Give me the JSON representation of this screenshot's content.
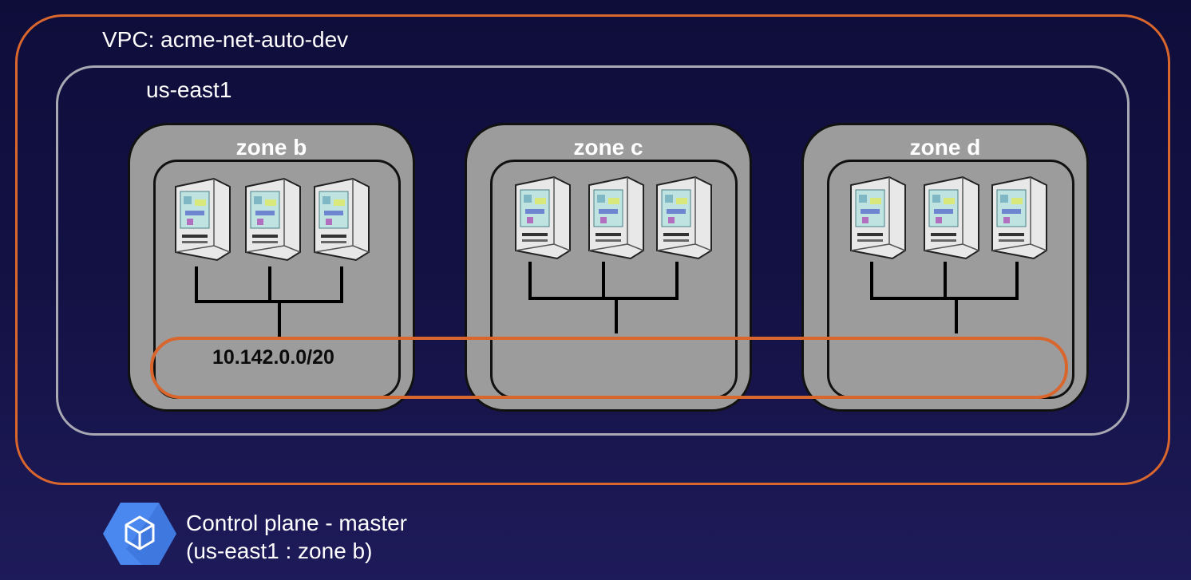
{
  "vpc": {
    "label": "VPC: acme-net-auto-dev",
    "border_color": "#d9662c"
  },
  "region": {
    "label": "us-east1",
    "border_color": "#a9a9b4"
  },
  "zones": [
    {
      "label": "zone b",
      "servers": 3
    },
    {
      "label": "zone c",
      "servers": 3
    },
    {
      "label": "zone d",
      "servers": 3
    }
  ],
  "subnet": {
    "label": "10.142.0.0/20",
    "ring_color": "#d9662c"
  },
  "control_plane": {
    "title": "Control plane - master",
    "location": "(us-east1 : zone b)",
    "icon": "kubernetes-engine-icon",
    "icon_color": "#4a88f0"
  },
  "colors": {
    "background": "#141246",
    "zone_fill": "#9c9c9c"
  }
}
